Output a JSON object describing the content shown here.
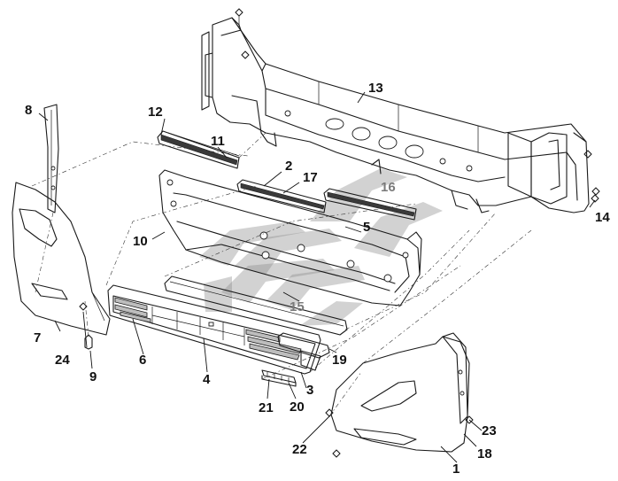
{
  "diagram": {
    "callouts": [
      {
        "id": "1",
        "text": "1"
      },
      {
        "id": "2",
        "text": "2"
      },
      {
        "id": "3",
        "text": "3"
      },
      {
        "id": "4",
        "text": "4"
      },
      {
        "id": "5",
        "text": "5"
      },
      {
        "id": "6",
        "text": "6"
      },
      {
        "id": "7",
        "text": "7"
      },
      {
        "id": "8",
        "text": "8"
      },
      {
        "id": "9",
        "text": "9"
      },
      {
        "id": "10",
        "text": "10"
      },
      {
        "id": "11",
        "text": "11"
      },
      {
        "id": "12",
        "text": "12"
      },
      {
        "id": "13",
        "text": "13"
      },
      {
        "id": "14",
        "text": "14"
      },
      {
        "id": "15",
        "text": "15"
      },
      {
        "id": "16",
        "text": "16"
      },
      {
        "id": "17",
        "text": "17"
      },
      {
        "id": "18",
        "text": "18"
      },
      {
        "id": "19",
        "text": "19"
      },
      {
        "id": "20",
        "text": "20"
      },
      {
        "id": "21",
        "text": "21"
      },
      {
        "id": "22",
        "text": "22"
      },
      {
        "id": "23",
        "text": "23"
      },
      {
        "id": "24",
        "text": "24"
      }
    ],
    "colors": {
      "line": "#1a1a1a",
      "watermark": "#8a8a8a",
      "background": "#ffffff"
    },
    "watermark_icon": "stylized-wing-logo"
  }
}
